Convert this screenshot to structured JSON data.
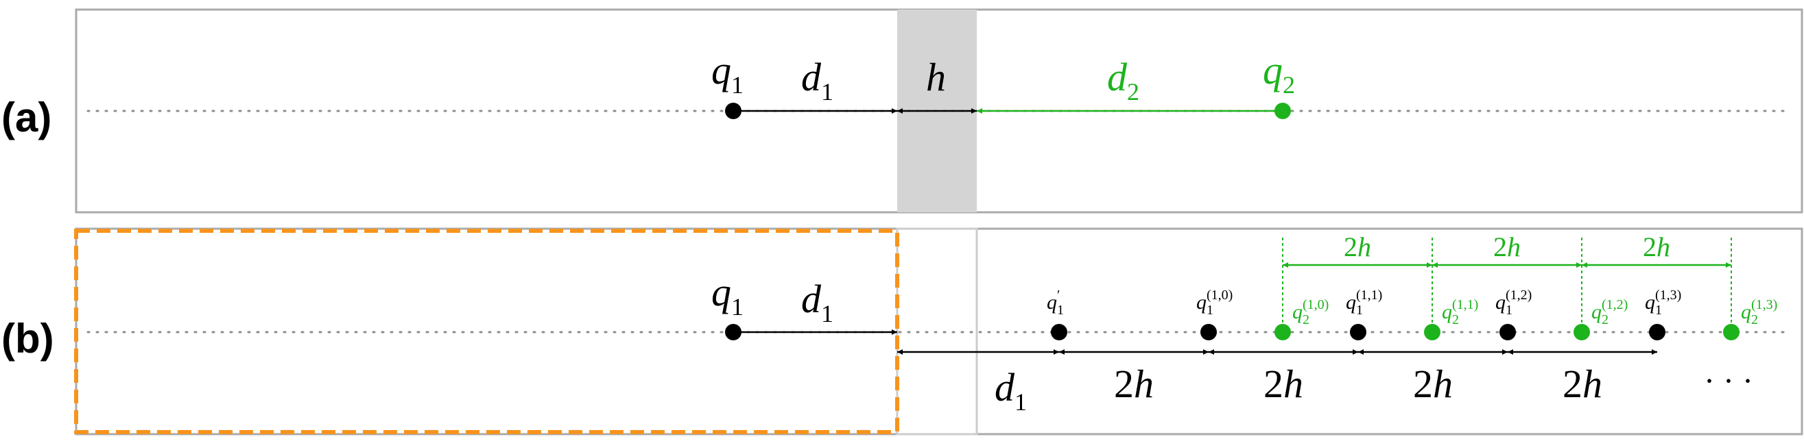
{
  "colors": {
    "black": "#000000",
    "green": "#1db31d",
    "gap_fill": "#d4d4d4",
    "orange": "#f7941d",
    "panel_border": "#aaaaaa",
    "dotted_axis": "#8c8c8c"
  },
  "panel_a": {
    "label": "(a)",
    "q1": {
      "base": "q",
      "sub": "1"
    },
    "q2": {
      "base": "q",
      "sub": "2"
    },
    "d1": {
      "base": "d",
      "sub": "1"
    },
    "h": "h",
    "d2": {
      "base": "d",
      "sub": "2"
    }
  },
  "panel_b": {
    "label": "(b)",
    "q1": {
      "base": "q",
      "sub": "1"
    },
    "d1_top": {
      "base": "d",
      "sub": "1"
    },
    "d1_bottom": {
      "base": "d",
      "sub": "1"
    },
    "image_charges": [
      {
        "base": "q",
        "sub": "1",
        "sup": "′",
        "color": "black"
      },
      {
        "base": "q",
        "sub": "1",
        "sup": "(1,0)",
        "color": "black"
      },
      {
        "base": "q",
        "sub": "2",
        "sup": "(1,0)",
        "color": "green"
      },
      {
        "base": "q",
        "sub": "1",
        "sup": "(1,1)",
        "color": "black"
      },
      {
        "base": "q",
        "sub": "2",
        "sup": "(1,1)",
        "color": "green"
      },
      {
        "base": "q",
        "sub": "1",
        "sup": "(1,2)",
        "color": "black"
      },
      {
        "base": "q",
        "sub": "2",
        "sup": "(1,2)",
        "color": "green"
      },
      {
        "base": "q",
        "sub": "1",
        "sup": "(1,3)",
        "color": "black"
      },
      {
        "base": "q",
        "sub": "2",
        "sup": "(1,3)",
        "color": "green"
      }
    ],
    "black_spacings": [
      "2h",
      "2h",
      "2h",
      "2h"
    ],
    "green_spacings": [
      "2h",
      "2h",
      "2h"
    ],
    "ellipsis": "· · ·"
  }
}
